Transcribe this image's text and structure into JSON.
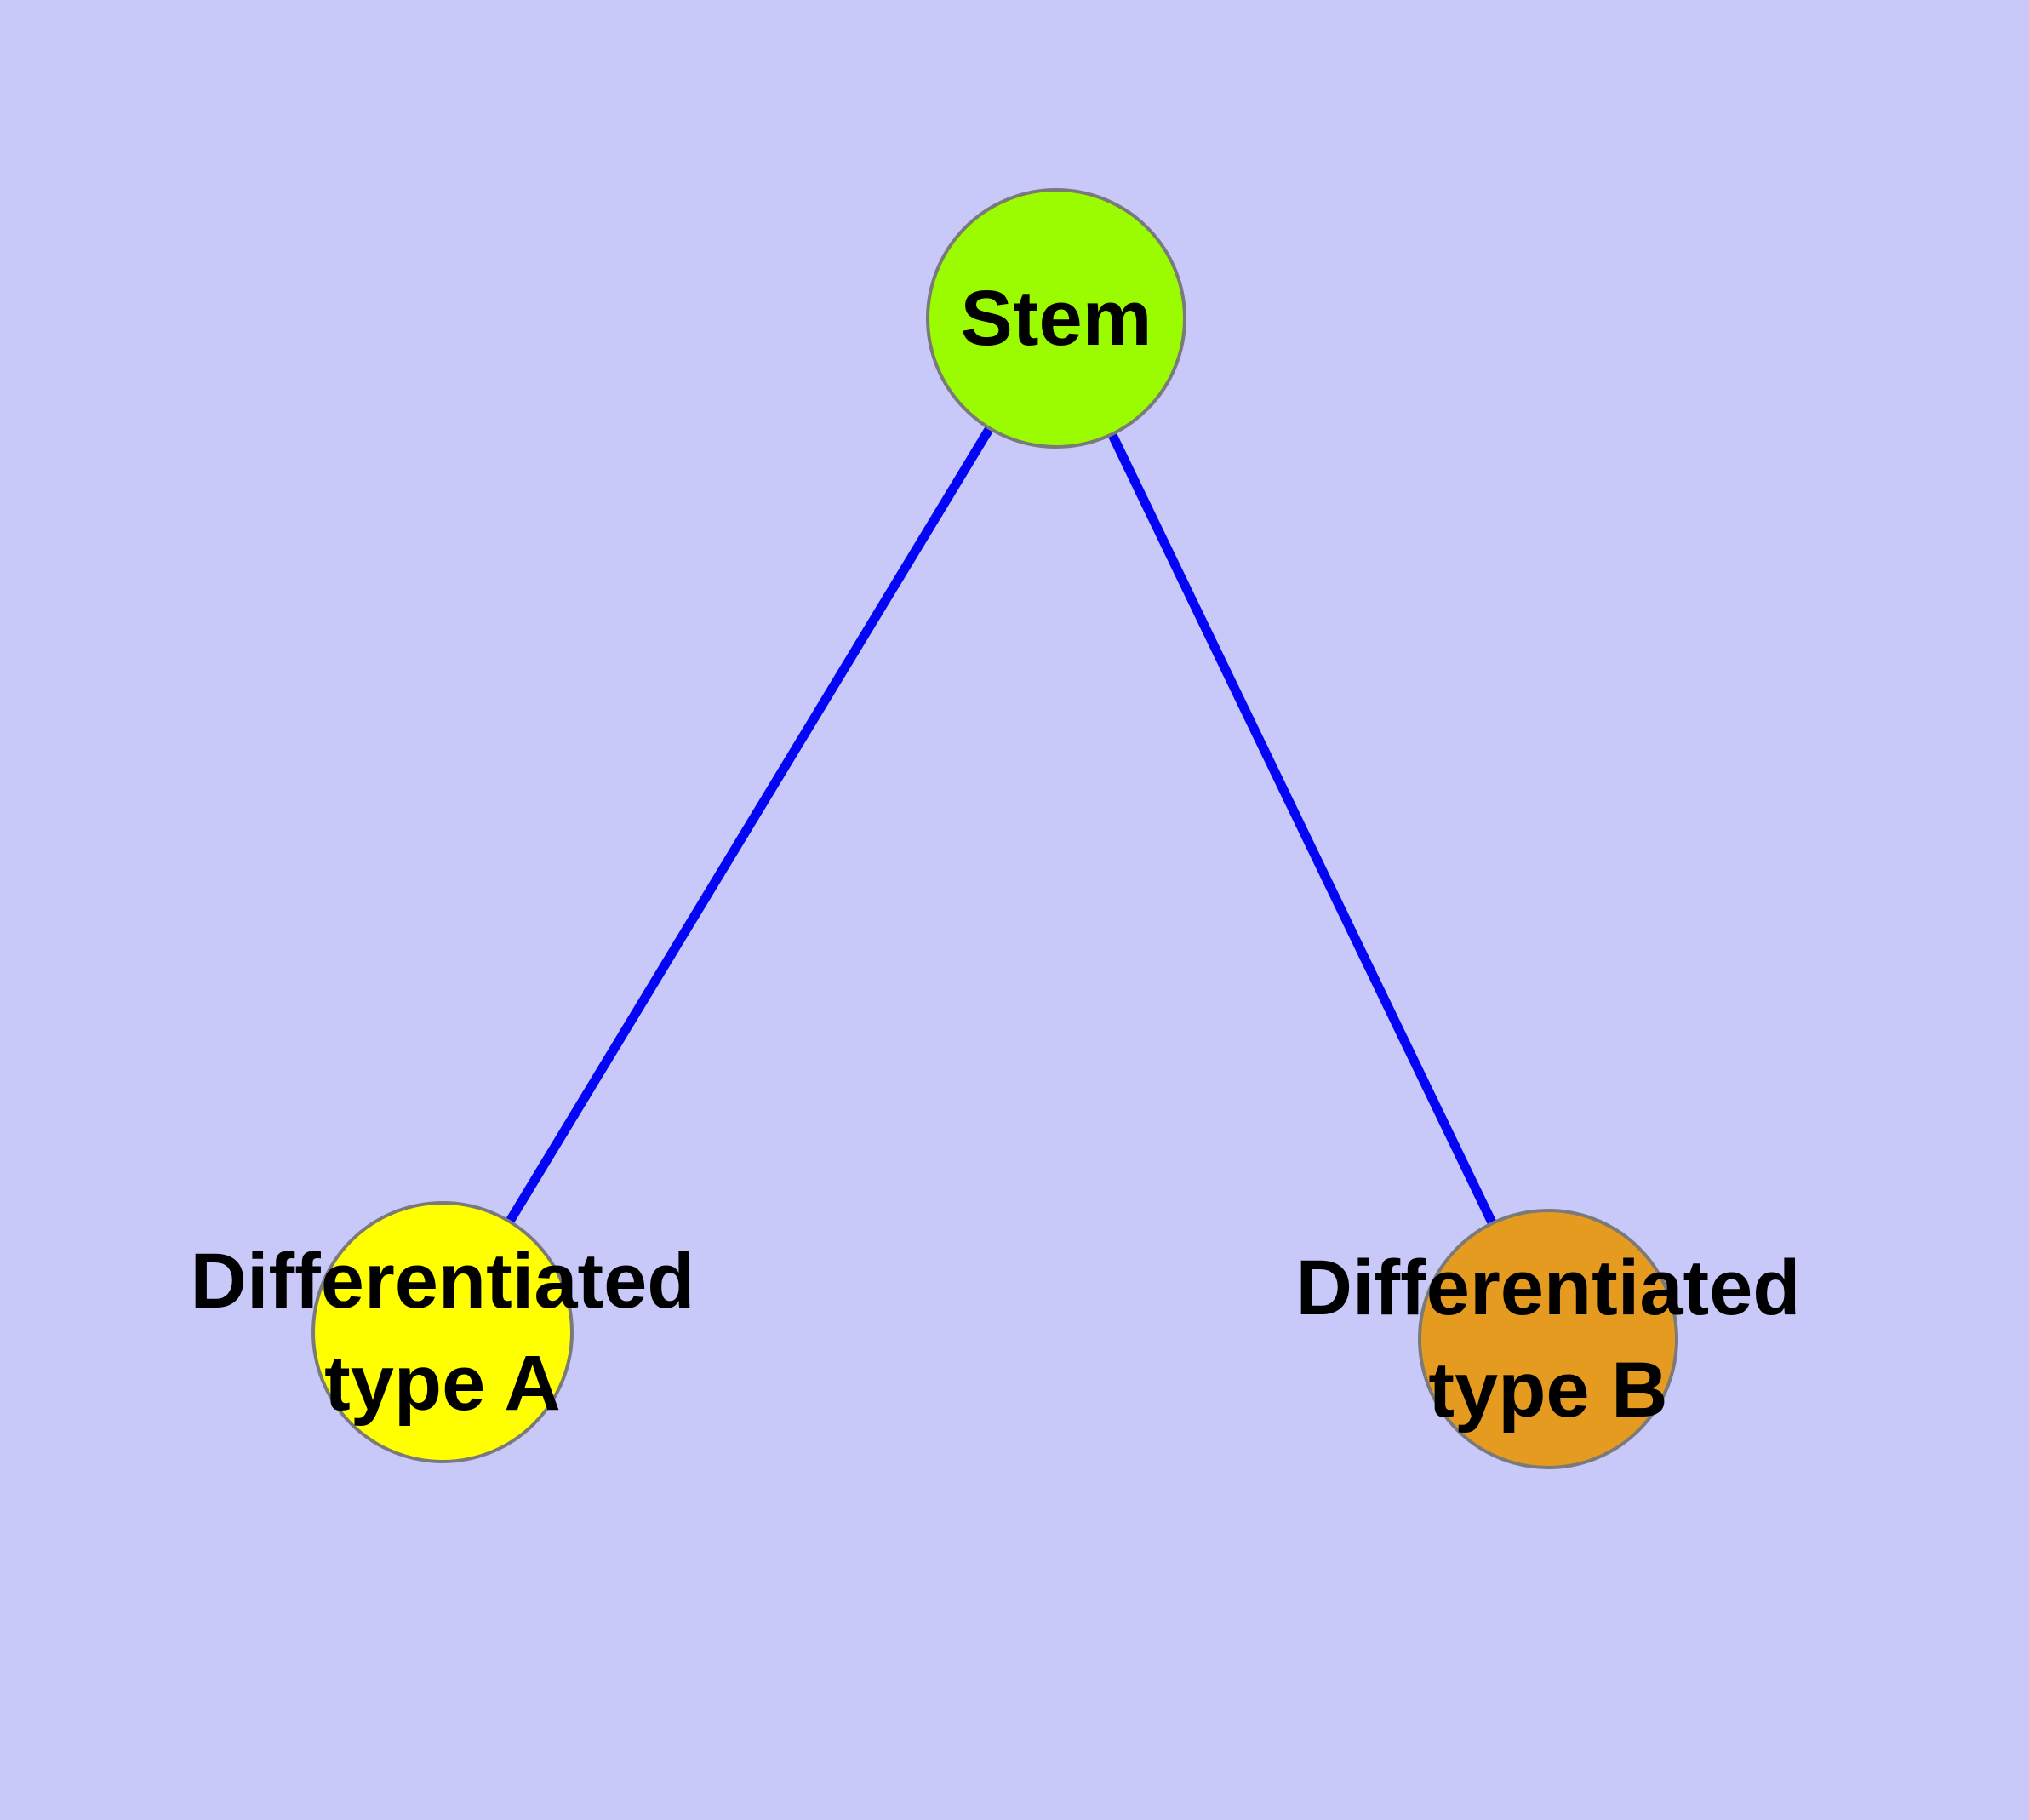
{
  "diagram": {
    "type": "graph",
    "background_color": "#c9c9f9",
    "edge_color": "#0505f5",
    "node_border_color": "#7a7a7a",
    "label_color": "#000000",
    "nodes": [
      {
        "id": "stem",
        "label": "Stem",
        "fill": "#9bfb00"
      },
      {
        "id": "type-a",
        "label": "Differentiated\ntype A",
        "fill": "#ffff00"
      },
      {
        "id": "type-b",
        "label": "Differentiated\ntype B",
        "fill": "#e59b1f"
      }
    ],
    "edges": [
      {
        "from": "stem",
        "to": "type-a"
      },
      {
        "from": "stem",
        "to": "type-b"
      }
    ]
  }
}
